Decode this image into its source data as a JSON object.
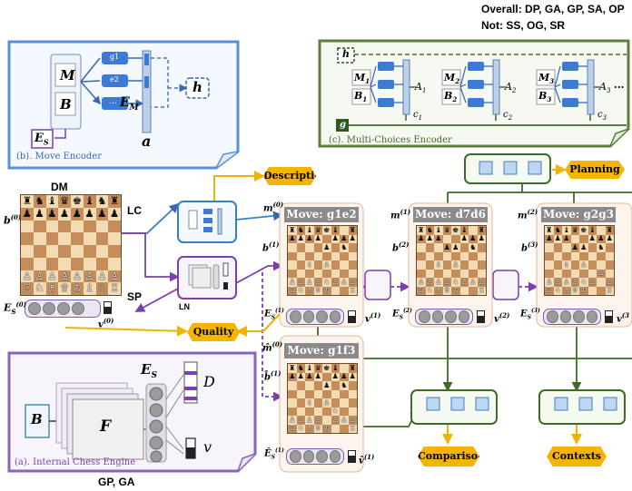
{
  "header": {
    "overall_line": "Overall: DP, GA, GP, SA, OP",
    "not_line": "Not: SS, OG, SR"
  },
  "panels": {
    "move_encoder": {
      "caption": "(b). Move Encoder",
      "m_label": "M",
      "b_label": "B",
      "e_label": "E",
      "e_sub": "S",
      "em_label": "E",
      "em_sub": "M",
      "a_label": "a",
      "h_label": "h",
      "block_labels": [
        "g1",
        "e2",
        "..."
      ]
    },
    "multi_choices": {
      "caption": "(c). Multi-Choices  Encoder",
      "h_label": "h",
      "g_label": "g",
      "units": [
        {
          "m": "M",
          "b": "B",
          "idx": "1",
          "a": "A",
          "c": "c"
        },
        {
          "m": "M",
          "b": "B",
          "idx": "2",
          "a": "A",
          "c": "c"
        },
        {
          "m": "M",
          "b": "B",
          "idx": "3",
          "a": "A",
          "c": "c"
        }
      ],
      "ellipsis": "..."
    },
    "chess_engine": {
      "caption": "(a). Internal  Chess Engine",
      "b_label": "B",
      "f_label": "F",
      "es_label": "E",
      "es_sub": "S",
      "d_label": "D",
      "v_label": "v",
      "footer": "GP, GA"
    }
  },
  "labels": {
    "dm": "DM",
    "lc": "LC",
    "sp": "SP",
    "ln": "LN",
    "b0": "b",
    "b0_sup": "(0)",
    "es0": "E",
    "es0_sub": "S",
    "es0_sup": "(0)",
    "v0": "v",
    "v0_sup": "(0)",
    "m0": "m",
    "m0_sup": "(0)"
  },
  "outputs": {
    "description": "Description",
    "quality": "Quality",
    "planning": "Planning",
    "comparison": "Comparison",
    "contexts": "Contexts"
  },
  "moves": [
    {
      "title": "Move: g1e2",
      "m_sup": "(0)",
      "b_sup": "(1)",
      "e_sup": "(1)",
      "v_sup": "(1)"
    },
    {
      "title": "Move: d7d6",
      "m_sup": "(1)",
      "b_sup": "(2)",
      "e_sup": "(2)",
      "v_sup": "(2)"
    },
    {
      "title": "Move: g2g3",
      "m_sup": "(2)",
      "b_sup": "(3)",
      "e_sup": "(3)",
      "v_sup": "(3"
    }
  ],
  "alt_move": {
    "title": "Move: g1f3",
    "m_sup": "(0)",
    "b_sup": "(1)",
    "e_sup": "(1)",
    "v_sup": "(1)"
  },
  "colors": {
    "blue_panel": "#5b8fd6",
    "green_panel": "#5e7d3f",
    "purple_panel": "#8a64b5",
    "orange": "#f5b400",
    "header_gray": "#8a8a8a"
  },
  "boards": {
    "start": [
      "♜♞♝♛♚♝♞♜",
      "♟♟♟♟♟♟♟♟",
      "        ",
      "        ",
      "        ",
      "        ",
      "♙♙♙♙♙♙♙♙",
      "♖♘♗♕♔♗♘♖"
    ],
    "g1e2": [
      "♜♞♝♛♚♝ ♜",
      "♟♟♟♟ ♟♟♟",
      "    ♟ ♞ ",
      "        ",
      "  ♗ ♙   ",
      "        ",
      "♙♙♙♙♘♙♙♙",
      "♖♘♗♕♔  ♖"
    ],
    "d7d6": [
      "♜♞♝♛♚♝ ♜",
      "♟♟♟  ♟♟♟",
      "   ♟♟ ♞ ",
      "        ",
      "  ♗ ♙   ",
      "        ",
      "♙♙♙♙♘♙♙♙",
      "♖♘♗♕♔  ♖"
    ],
    "g2g3": [
      "♜♞♝♛♚♝ ♜",
      "♟♟♟  ♟♟♟",
      "   ♟♟ ♞ ",
      "        ",
      "  ♗ ♙   ",
      "      ♙ ",
      "♙♙♙♙♘♙ ♙",
      "♖♘♗♕♔  ♖"
    ],
    "g1f3": [
      "♜♞♝♛♚♝ ♜",
      "♟♟♟♟ ♟♟♟",
      "    ♟ ♞ ",
      "        ",
      "  ♗ ♙   ",
      "     ♘  ",
      "♙♙♙♙ ♙♙♙",
      "♖♘♗♕♔  ♖"
    ]
  }
}
